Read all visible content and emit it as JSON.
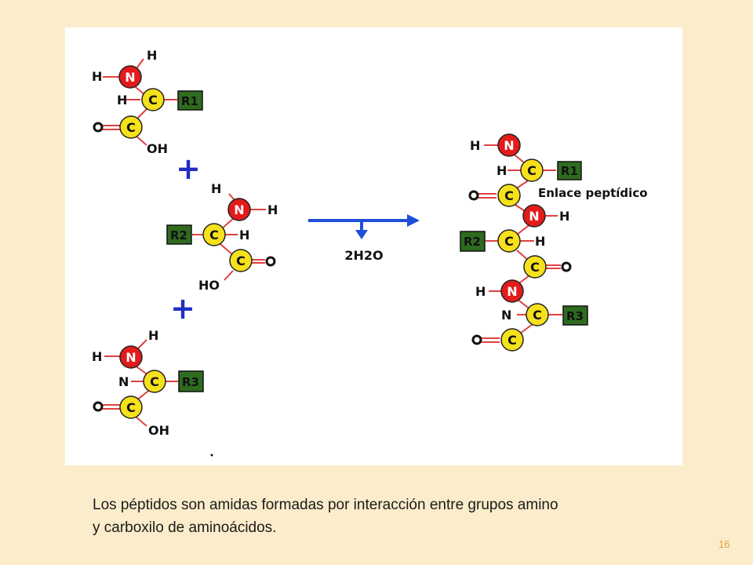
{
  "diagram": {
    "reactant1": {
      "h_top": "H",
      "h_n": "H",
      "n": "N",
      "h_c": "H",
      "c_alpha": "C",
      "r": "R1",
      "o": "O",
      "c_carboxyl": "C",
      "oh": "OH"
    },
    "plus1": "+",
    "reactant2": {
      "h_top": "H",
      "n": "N",
      "h_n": "H",
      "r": "R2",
      "c_alpha": "C",
      "h_c": "H",
      "c_carboxyl": "C",
      "o": "O",
      "ho": "HO"
    },
    "plus2": "+",
    "reactant3": {
      "h_top": "H",
      "h_n": "H",
      "n": "N",
      "n_c": "N",
      "c_alpha": "C",
      "r": "R3",
      "o": "O",
      "c_carboxyl": "C",
      "oh": "OH"
    },
    "arrow_label": "2H2O",
    "product": {
      "h1": "H",
      "n1": "N",
      "h2": "H",
      "c1": "C",
      "r1": "R1",
      "o1": "O",
      "c2": "C",
      "bond_label": "Enlace peptídico",
      "n2": "N",
      "h3": "H",
      "r2": "R2",
      "c3": "C",
      "h4": "H",
      "c4": "C",
      "o2": "O",
      "h5": "H",
      "n3": "N",
      "n4": "N",
      "c5": "C",
      "r3": "R3",
      "o3": "O",
      "c6": "C"
    },
    "colors": {
      "nitrogen": "#e31b1b",
      "carbon": "#f5e11c",
      "r_group": "#2f6b1f",
      "plus": "#1f2fc4",
      "arrow": "#1f4fd8"
    }
  },
  "caption": {
    "line1": "Los péptidos son amidas formadas por interacción entre grupos amino",
    "line2": "y carboxilo de aminoácidos."
  },
  "page_number": "16"
}
